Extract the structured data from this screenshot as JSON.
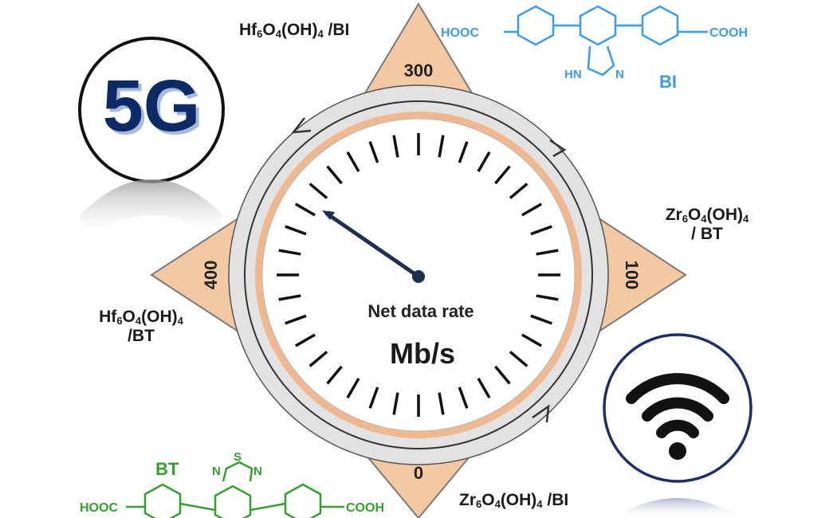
{
  "gauge": {
    "ticks": [
      "300",
      "100",
      "0",
      "400"
    ],
    "center_label": "Net data rate",
    "unit": "Mb/s",
    "needle_value": 350
  },
  "materials": {
    "top_left": {
      "a": "Hf",
      "b": "6",
      "c": "O",
      "d": "4",
      "e": "(OH)",
      "f": "4",
      "g": " /BI"
    },
    "right": {
      "a": "Zr",
      "b": "6",
      "c": "O",
      "d": "4",
      "e": "(OH)",
      "f": "4",
      "g": "/ BT"
    },
    "left": {
      "a": "Hf",
      "b": "6",
      "c": "O",
      "d": "4",
      "e": "(OH)",
      "f": "4",
      "g": "/BT"
    },
    "bottom_right": {
      "a": "Zr",
      "b": "6",
      "c": "O",
      "d": "4",
      "e": "(OH)",
      "f": "4",
      "g": " /BI"
    }
  },
  "molecules": {
    "bi": {
      "name": "BI",
      "left_group": "HOOC",
      "right_group": "COOH",
      "hn": "HN",
      "n": "N",
      "color": "#3a9bf0"
    },
    "bt": {
      "name": "BT",
      "left_group": "HOOC",
      "right_group": "COOH",
      "s": "S",
      "n1": "N",
      "n2": "N",
      "color": "#33a02c"
    }
  },
  "badges": {
    "five_g": {
      "text": "5G",
      "color": "#0b2a66"
    },
    "wifi": {
      "icon": "wifi-icon",
      "color": "#1d2e6b"
    }
  },
  "colors": {
    "compass": "#f3c9a4",
    "ring": "#e0e0e0",
    "peach": "#f0b88e",
    "needle": "#1f2f4f"
  }
}
